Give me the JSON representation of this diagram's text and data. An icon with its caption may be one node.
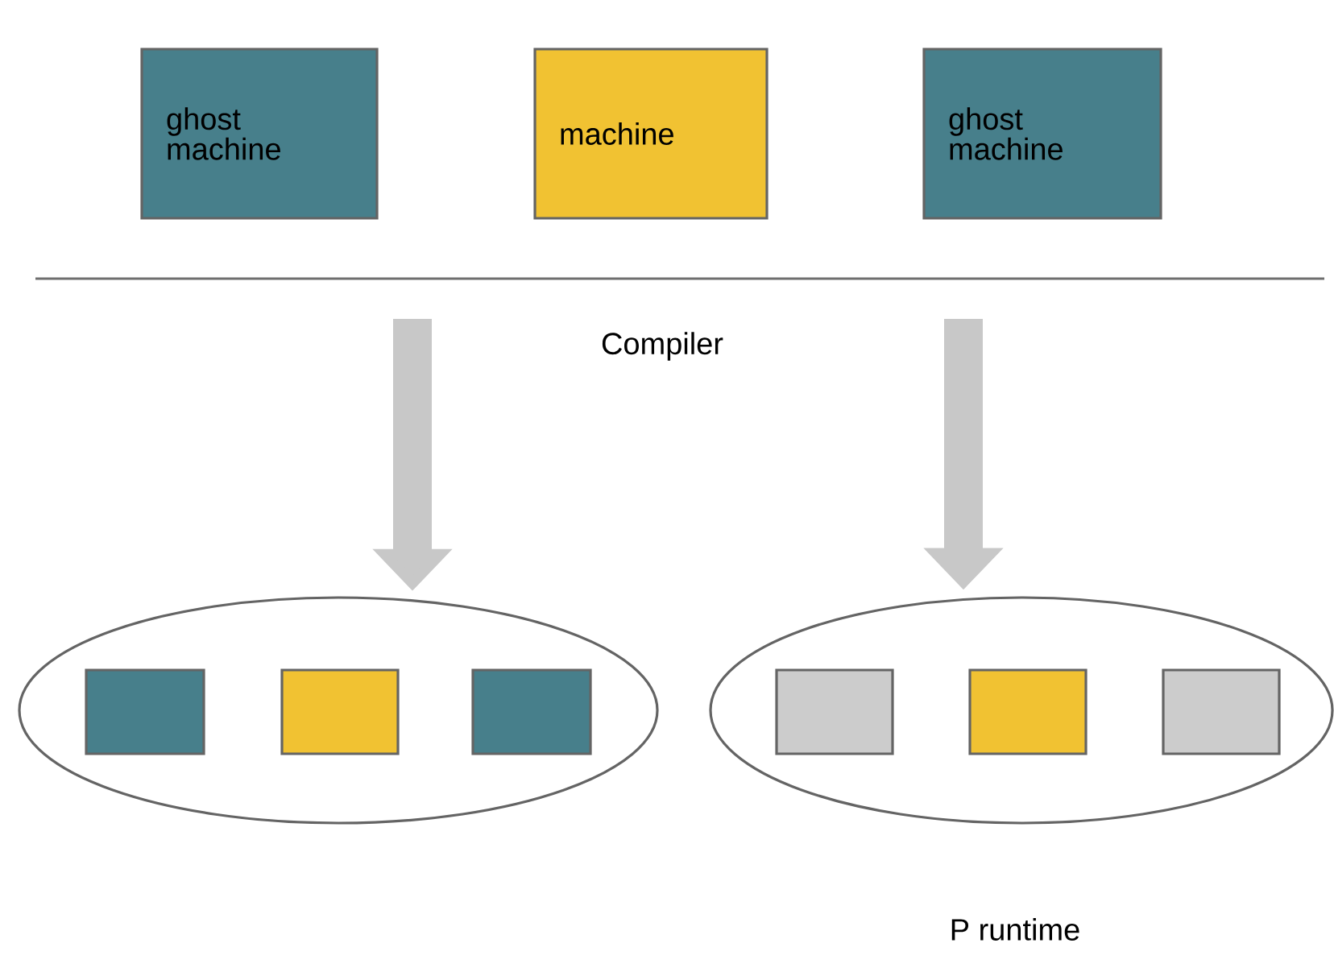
{
  "diagram": {
    "nodes": [
      {
        "text": [
          "ghost machine"
        ]
      },
      {
        "text": [
          "machine"
        ]
      },
      {
        "text": [
          "ghost machine"
        ]
      },
      {
        "text": [],
        "shape": "ellipse"
      },
      {
        "text": [],
        "shape": "ellipse",
        "beside": [
          "P runtime"
        ]
      },
      {
        "text": [],
        "shape": "box",
        "in": 3
      },
      {
        "text": [],
        "shape": "box",
        "in": 3
      },
      {
        "text": [],
        "shape": "box",
        "in": 3
      },
      {
        "text": [],
        "shape": "box",
        "in": 4
      },
      {
        "text": [],
        "shape": "box",
        "in": 4
      },
      {
        "text": [],
        "shape": "box",
        "in": 4
      }
    ],
    "edges": [
      {
        "from": null,
        "to": 3,
        "arrow": "to"
      },
      {
        "from": null,
        "to": 4,
        "arrow": "to"
      }
    ],
    "labels": [
      "Compiler"
    ]
  }
}
